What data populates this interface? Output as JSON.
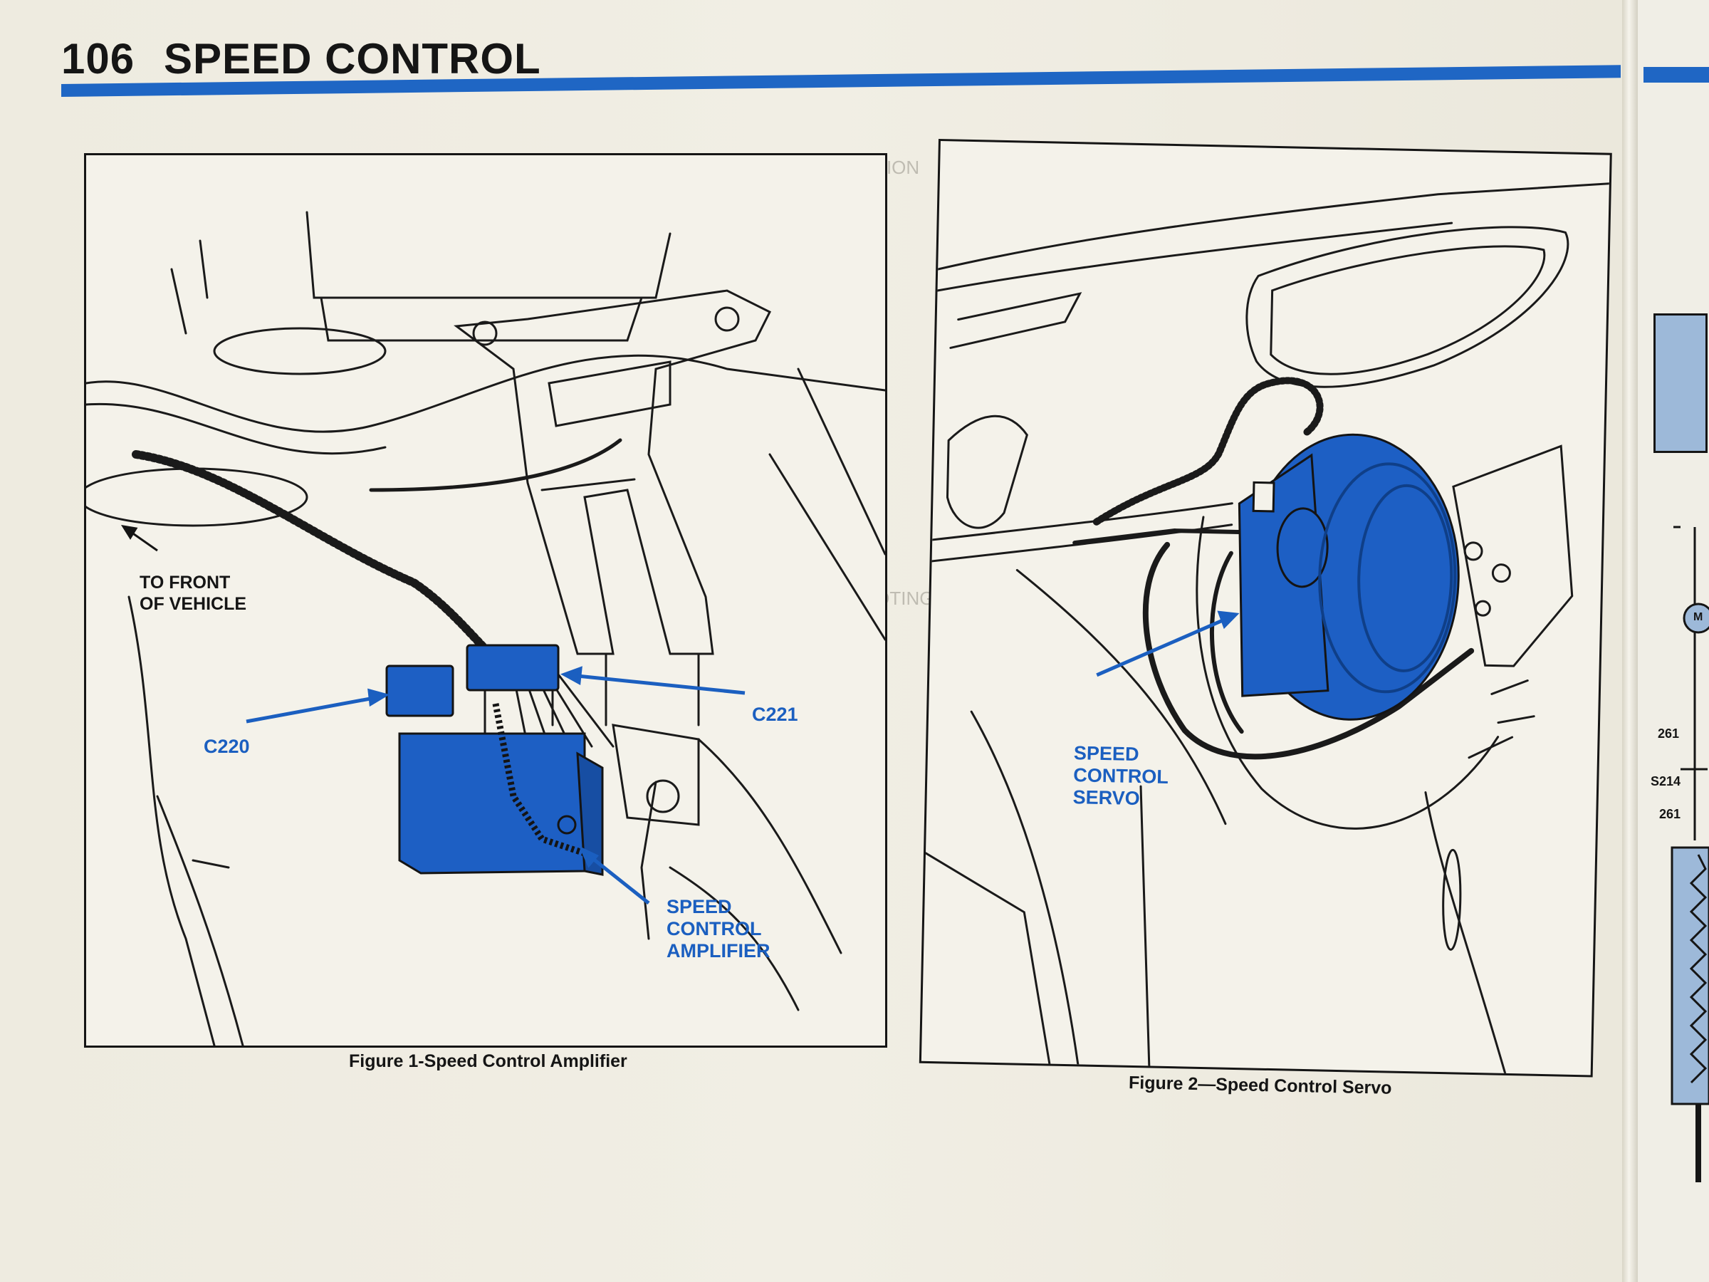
{
  "header": {
    "page_number": "106",
    "title": "SPEED CONTROL"
  },
  "figure1": {
    "caption": "Figure 1-Speed Control Amplifier",
    "labels": {
      "front": "TO FRONT\nOF VEHICLE",
      "c220": "C220",
      "c221": "C221",
      "amplifier": "SPEED\nCONTROL\nAMPLIFIER"
    }
  },
  "figure2": {
    "caption": "Figure 2—Speed Control Servo",
    "labels": {
      "servo": "SPEED\nCONTROL\nSERVO"
    }
  },
  "side_diagram": {
    "wire_top": "261",
    "splice": "S214",
    "wire_bottom": "261",
    "motor": "M"
  },
  "colors": {
    "accent_blue": "#1f66c4",
    "part_blue": "#1d5fc4",
    "ink": "#151515"
  }
}
